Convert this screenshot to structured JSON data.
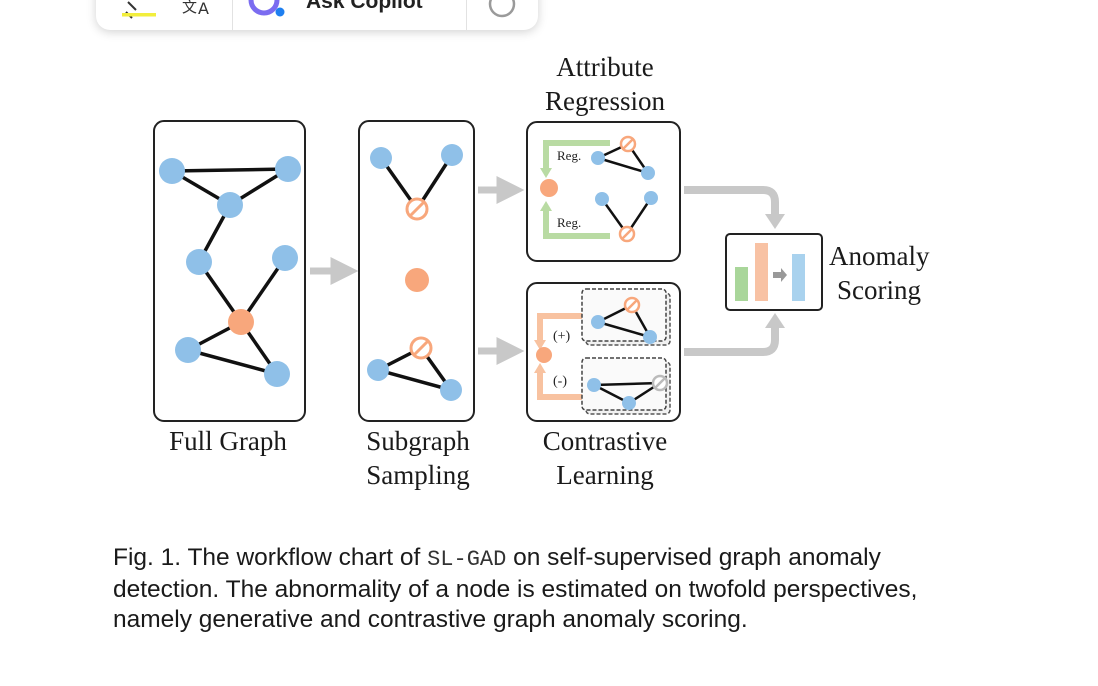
{
  "toolbar": {
    "highlight_icon": "highlighter-icon",
    "translate_icon": "translate-icon",
    "copilot_icon": "copilot-logo-icon",
    "copilot_label": "Ask Copilot",
    "more_icon": "loading-ring-icon",
    "highlight_color": "#f2ee3c"
  },
  "figure": {
    "labels": {
      "full_graph": "Full Graph",
      "subgraph_line1": "Subgraph",
      "subgraph_line2": "Sampling",
      "attr_line1": "Attribute",
      "attr_line2": "Regression",
      "contrast_line1": "Contrastive",
      "contrast_line2": "Learning",
      "anomaly_line1": "Anomaly",
      "anomaly_line2": "Scoring",
      "reg": "Reg.",
      "pos": "(+)",
      "neg": "(-)"
    },
    "colors": {
      "node_normal": "#8fc0e8",
      "node_target": "#f8a77c",
      "reg_arrow": "#b9dba3",
      "contrast_arrow": "#f8c2a0",
      "flow_arrow": "#c8c8c8",
      "bar_green": "#a9d69a",
      "bar_orange": "#f8c2a4",
      "bar_blue": "#a9d2ee"
    }
  },
  "caption": {
    "prefix": "Fig. 1. The workflow chart of ",
    "method": "SL-GAD",
    "suffix": " on self-supervised graph anomaly detection. The abnormality of a node is estimated on twofold perspectives, namely generative and contrastive graph anomaly scoring."
  }
}
